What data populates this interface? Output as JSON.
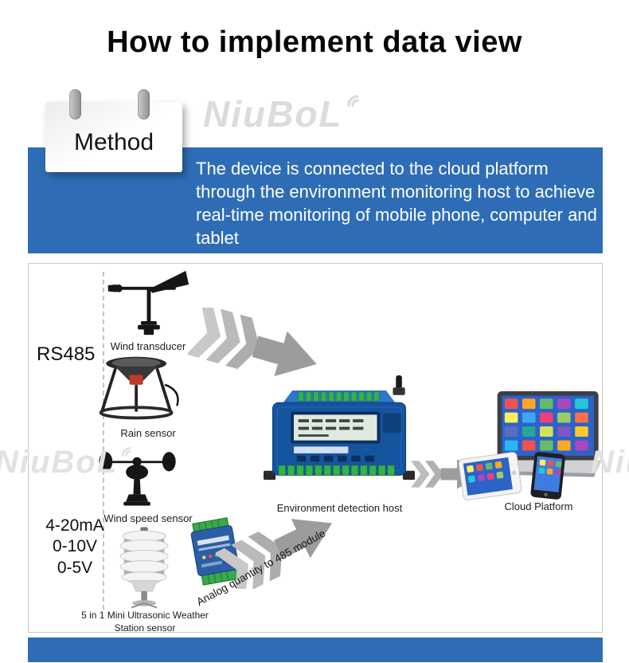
{
  "page": {
    "title": "How to implement data view"
  },
  "banner": {
    "method_label": "Method",
    "watermark": "NiuBoL",
    "description": "The device is connected to the cloud platform through the environment monitoring host to achieve real-time monitoring of mobile phone, computer and tablet"
  },
  "diagram": {
    "bus_labels": {
      "rs485": "RS485",
      "analog": [
        "4-20mA",
        "0-10V",
        "0-5V"
      ]
    },
    "sensors": {
      "wind_transducer": "Wind transducer",
      "rain_sensor": "Rain sensor",
      "wind_speed_sensor": "Wind speed sensor",
      "weather_station": "5 in 1 Mini Ultrasonic Weather Station  sensor"
    },
    "host_label": "Environment detection host",
    "cloud_label": "Cloud Platform",
    "module_label": "Analog quantity to 485 module",
    "watermark": "NiuBoL"
  },
  "colors": {
    "banner_blue": "#2e6db6",
    "footer_blue": "#2e6db6",
    "device_blue": "#15549f",
    "terminal_green": "#35b14a",
    "watermark_gray": "#dcdcdc"
  }
}
